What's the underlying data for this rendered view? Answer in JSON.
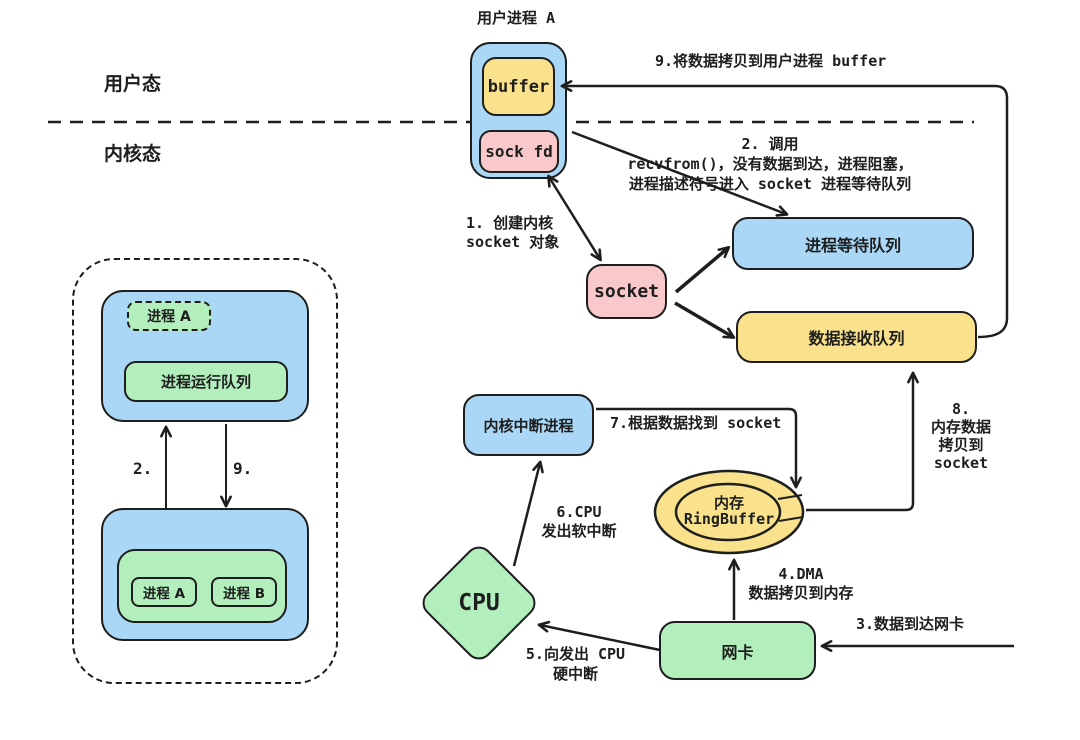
{
  "regions": {
    "user_mode": "用户态",
    "kernel_mode": "内核态"
  },
  "user_process": {
    "title": "用户进程 A",
    "buffer_label": "buffer",
    "sock_fd_label": "sock fd"
  },
  "nodes": {
    "socket": "socket",
    "wait_queue": "进程等待队列",
    "recv_queue": "数据接收队列",
    "kernel_interrupt": "内核中断进程",
    "ring_buffer": "内存\nRingBuffer",
    "cpu": "CPU",
    "nic": "网卡"
  },
  "scheduler": {
    "process_a_dashed": "进程 A",
    "run_queue": "进程运行队列",
    "process_a": "进程 A",
    "process_b": "进程 B",
    "up_arrow_label": "2.",
    "down_arrow_label": "9."
  },
  "annotations": {
    "step1": "1. 创建内核\nsocket 对象",
    "step2": "2. 调用\nrecvfrom()，没有数据到达，进程阻塞，\n进程描述符号进入 socket 进程等待队列",
    "step3": "3.数据到达网卡",
    "step4": "4.DMA\n数据拷贝到内存",
    "step5": "5.向发出 CPU\n硬中断",
    "step6": "6.CPU\n发出软中断",
    "step7": "7.根据数据找到 socket",
    "step8": "8.\n内存数据\n拷贝到\nsocket",
    "step9": "9.将数据拷贝到用户进程 buffer"
  },
  "colors": {
    "node_blue": "#a9d7f5",
    "node_yellow": "#f9e28b",
    "node_pink": "#f9c8ca",
    "node_green": "#b3efbd",
    "stroke": "#1e1e1e"
  }
}
